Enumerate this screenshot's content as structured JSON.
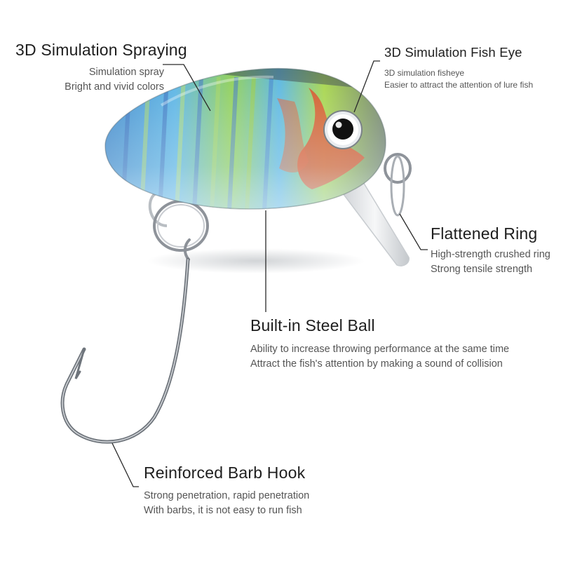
{
  "features": {
    "spraying": {
      "title": "3D Simulation Spraying",
      "desc": [
        "Simulation spray",
        "Bright and vivid colors"
      ]
    },
    "eye": {
      "title": "3D Simulation Fish Eye",
      "desc": [
        "3D simulation fisheye",
        "Easier to attract the attention of lure fish"
      ]
    },
    "ring": {
      "title": "Flattened Ring",
      "desc": [
        "High-strength crushed ring",
        "Strong tensile strength"
      ]
    },
    "ball": {
      "title": "Built-in Steel Ball",
      "desc": [
        "Ability to increase throwing performance at the same time",
        "Attract the fish's attention by making a sound of collision"
      ]
    },
    "hook": {
      "title": "Reinforced Barb Hook",
      "desc": [
        "Strong penetration, rapid penetration",
        "With barbs, it is not easy to run fish"
      ]
    }
  },
  "colors": {
    "background": "#ffffff",
    "title": "#1e1e1e",
    "description": "#555555",
    "leader_line": "#2a2a2a",
    "lure_blue": "#4aa8de",
    "lure_green": "#9ccc3a",
    "lure_red": "#d9461f",
    "metal": "#9a9fa6"
  },
  "icons": {
    "product": "crankbait-lure-illustration",
    "hook": "barb-hook-icon",
    "ring": "split-ring-icon",
    "eye": "fish-eye-icon"
  }
}
